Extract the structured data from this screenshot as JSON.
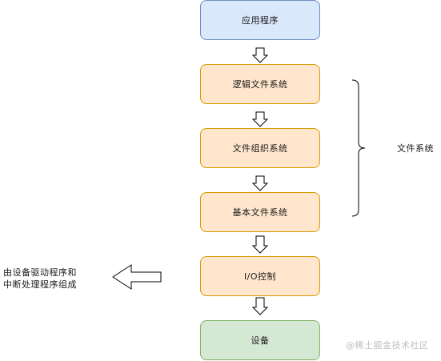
{
  "boxes": {
    "app": "应用程序",
    "logical_fs": "逻辑文件系统",
    "file_org": "文件组织系统",
    "basic_fs": "基本文件系统",
    "io_control": "I/O控制",
    "device": "设备"
  },
  "brace_label": "文件系统",
  "driver_note": {
    "line1": "由设备驱动程序和",
    "line2": "中断处理程序组成"
  },
  "watermark": "@稀土掘金技术社区",
  "colors": {
    "blue_fill": "#dae8fc",
    "blue_stroke": "#6c8ebf",
    "orange_fill": "#ffe6cc",
    "orange_stroke": "#d79b00",
    "green_fill": "#d5e8d4",
    "green_stroke": "#82b366"
  }
}
